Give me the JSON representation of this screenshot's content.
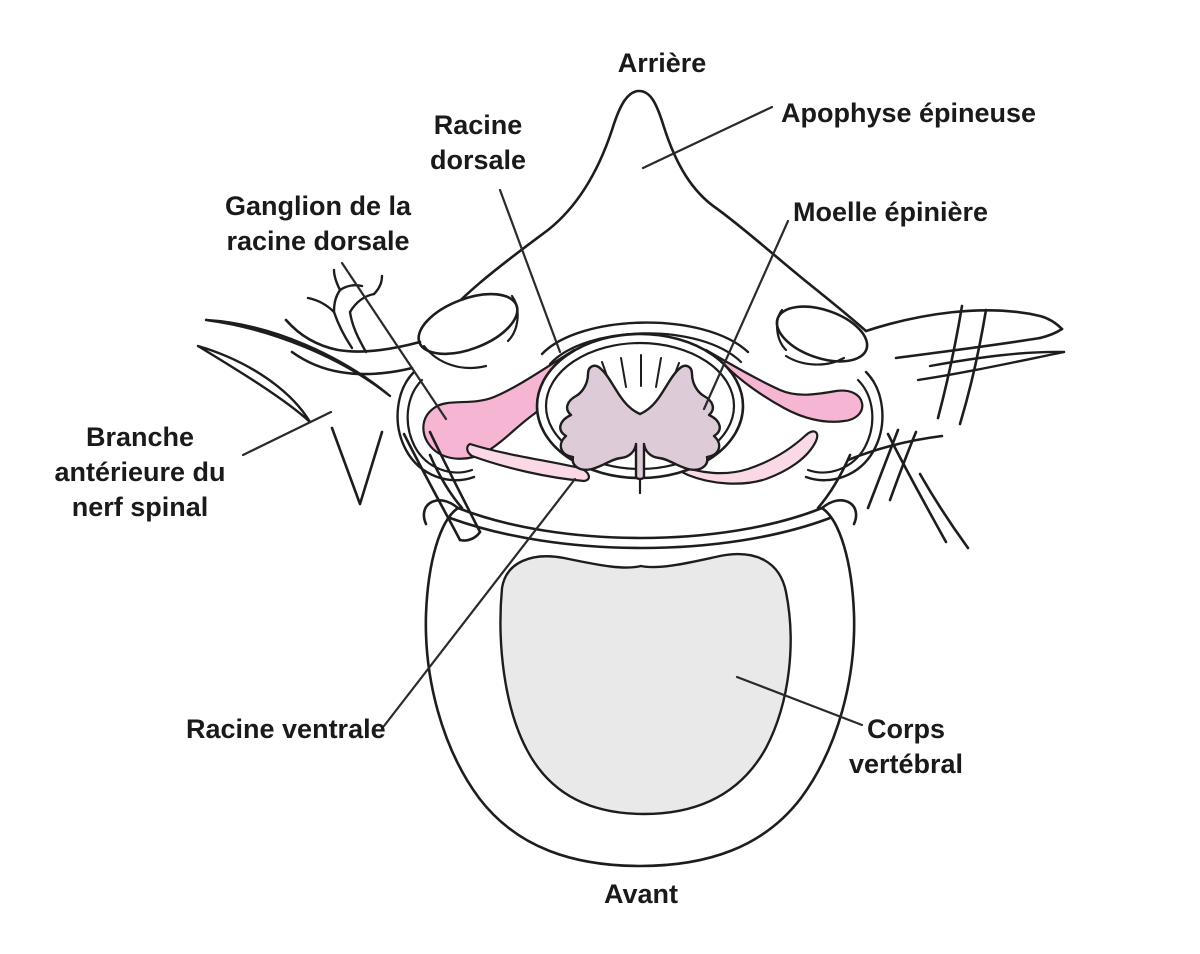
{
  "figure": {
    "background": "#ffffff",
    "colors": {
      "outline": "#1d1d1d",
      "leader": "#2a2a2a",
      "dark_pink": "#f6b5d2",
      "light_pink": "#fad8e6",
      "gray_matter": "#ddccd8",
      "body_gray": "#e9e9e9",
      "text": "#1a1a1a"
    },
    "labels": {
      "arriere": "Arrière",
      "racine_dorsale": "Racine\ndorsale",
      "apophyse_epineuse": "Apophyse épineuse",
      "moelle_epiniere": "Moelle épinière",
      "ganglion": "Ganglion de la\nracine dorsale",
      "branche_anterieure": "Branche\nantérieure du\nnerf spinal",
      "racine_ventrale": "Racine ventrale",
      "corps_vertebral": "Corps\nvertébral",
      "avant": "Avant"
    }
  }
}
